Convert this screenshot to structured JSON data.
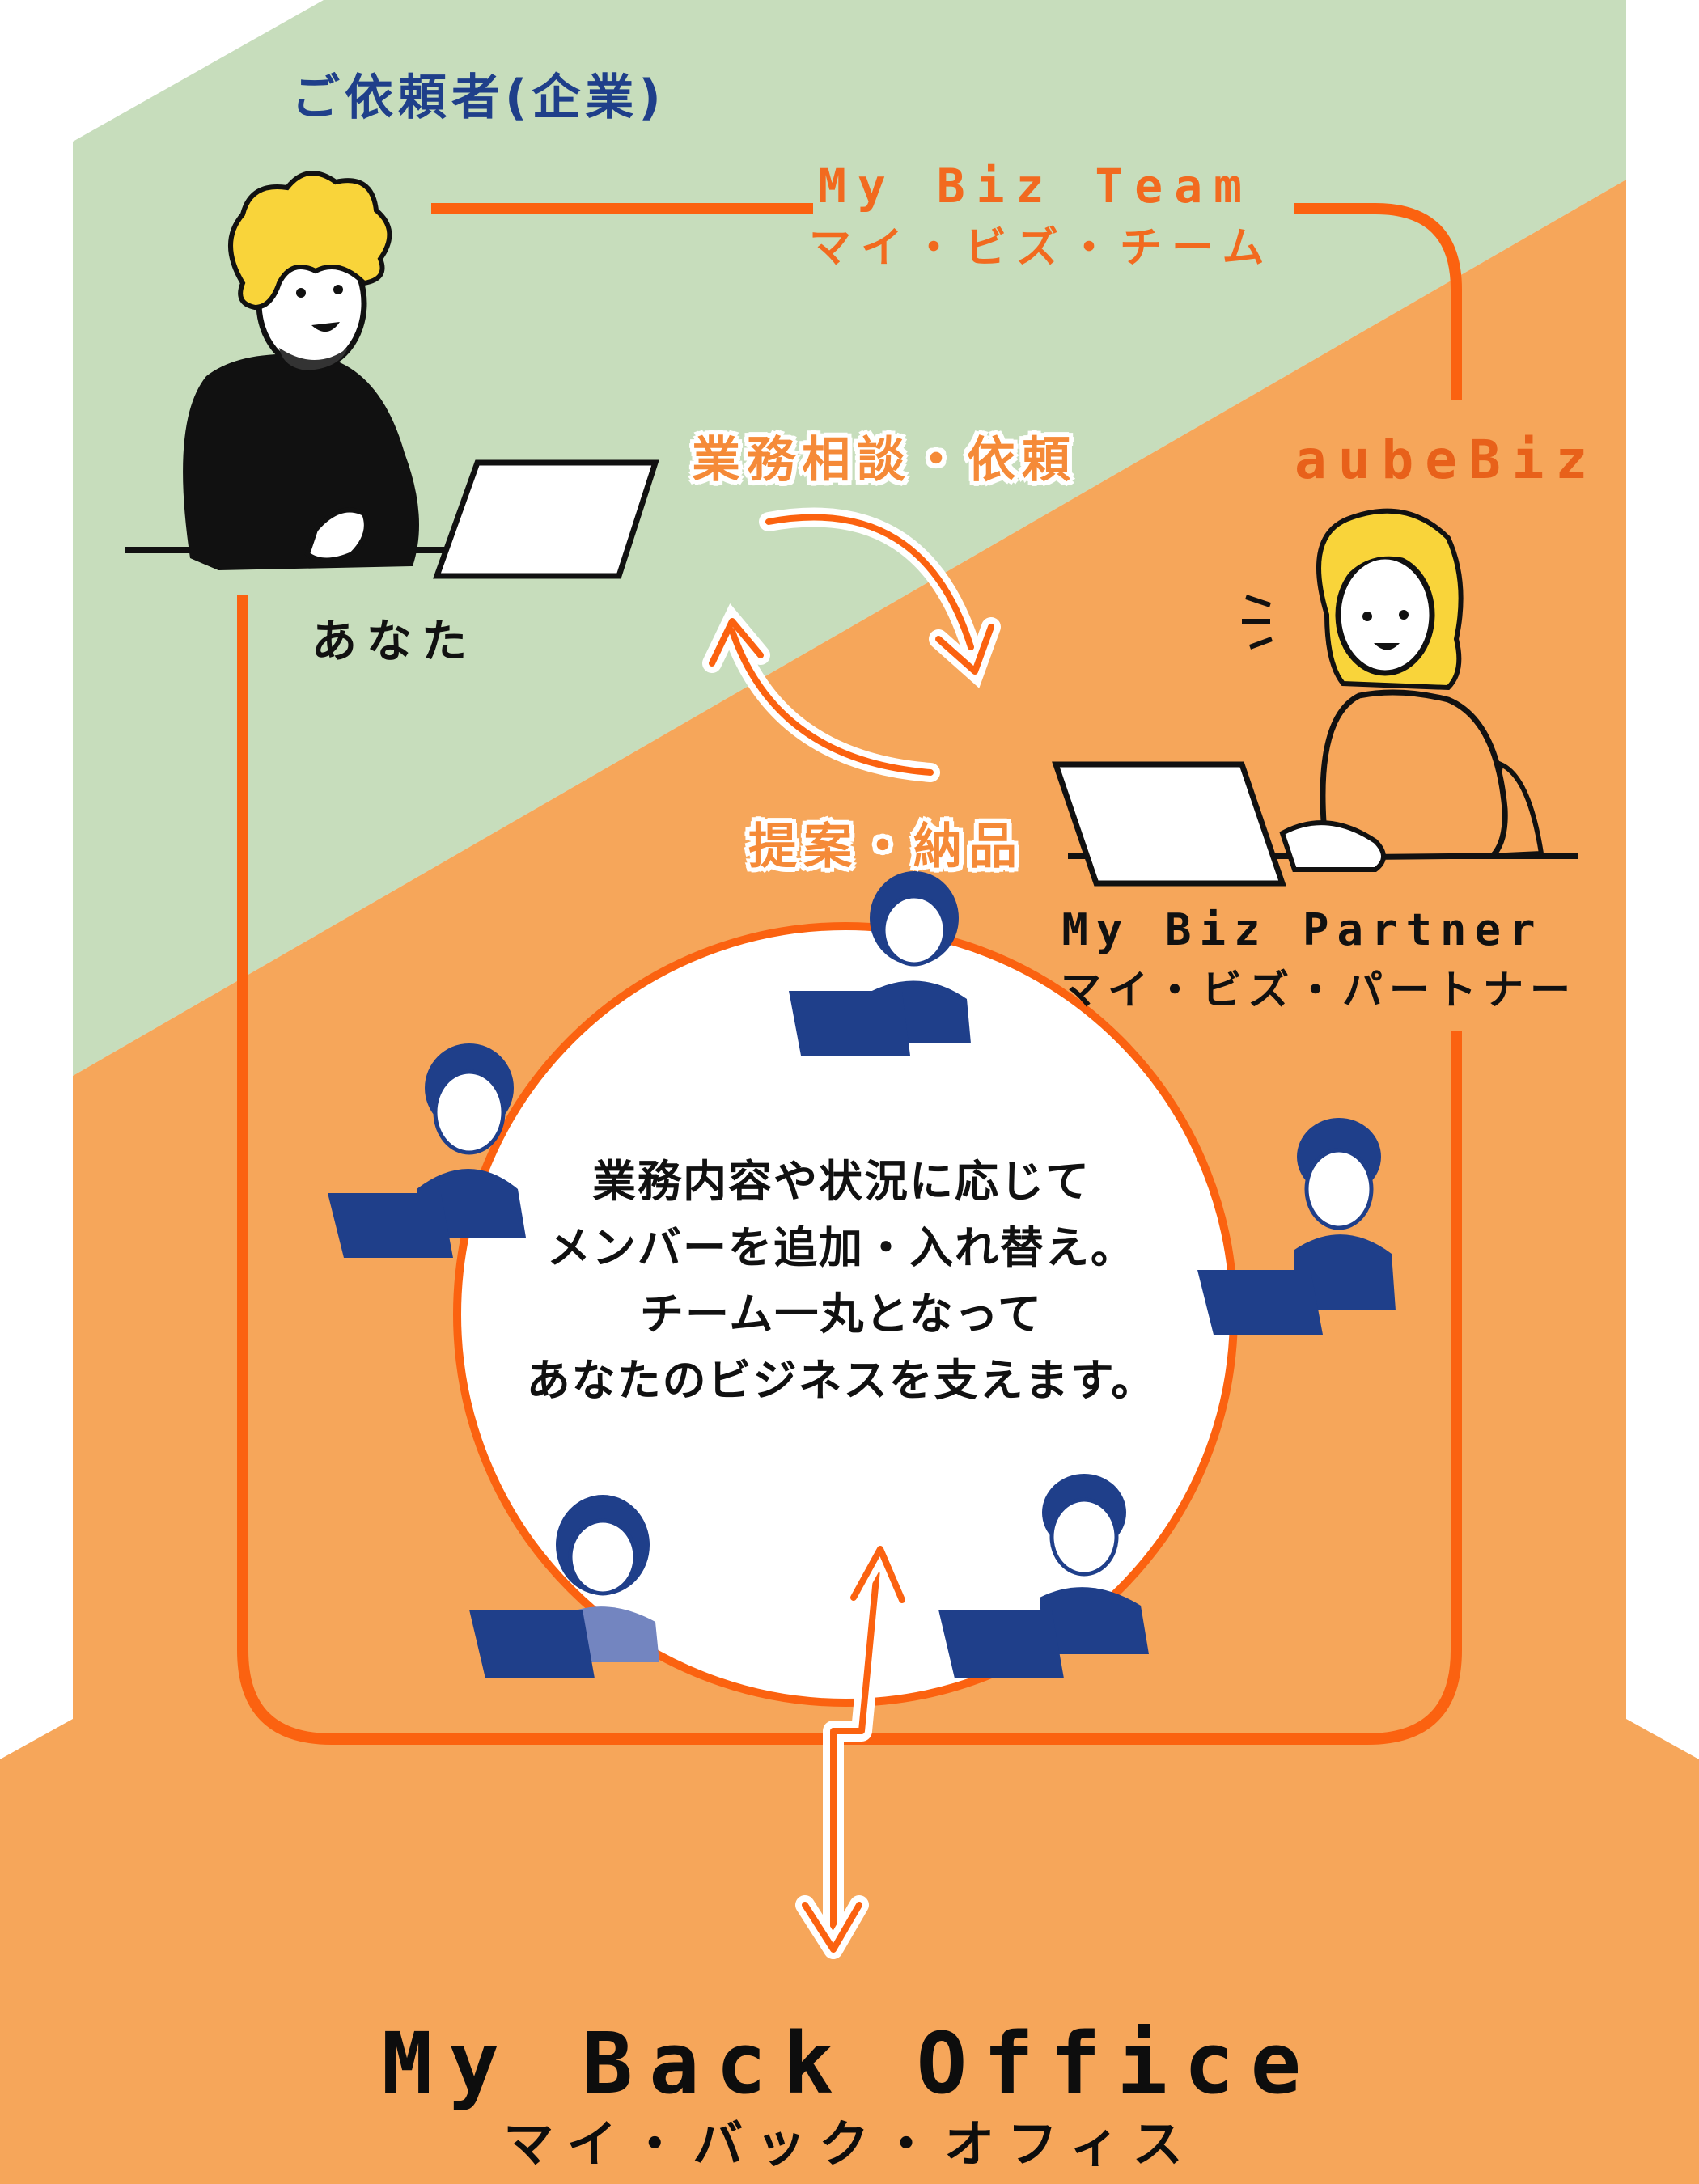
{
  "client": {
    "label": "ご依頼者(企業)",
    "you_label": "あなた"
  },
  "team": {
    "name_en": "My Biz Team",
    "name_ja": "マイ・ビズ・チーム"
  },
  "brand": {
    "name": "aubeBiz"
  },
  "flow": {
    "request_label": "業務相談・依頼",
    "delivery_label": "提案・納品"
  },
  "partner": {
    "name_en": "My Biz Partner",
    "name_ja": "マイ・ビズ・パートナー"
  },
  "center_message": {
    "lines": [
      "業務内容や状況に応じて",
      "メンバーを追加・入れ替え。",
      "チーム一丸となって",
      "あなたのビジネスを支えます。"
    ]
  },
  "back_office": {
    "name_en": "My Back Office",
    "name_ja": "マイ・バック・オフィス"
  },
  "colors": {
    "green_bg": "#c7ddbc",
    "orange_bg": "#f6a65a",
    "accent_line": "#fb6210",
    "navy": "#1f3f8a",
    "hair_yellow": "#f9d43a"
  }
}
